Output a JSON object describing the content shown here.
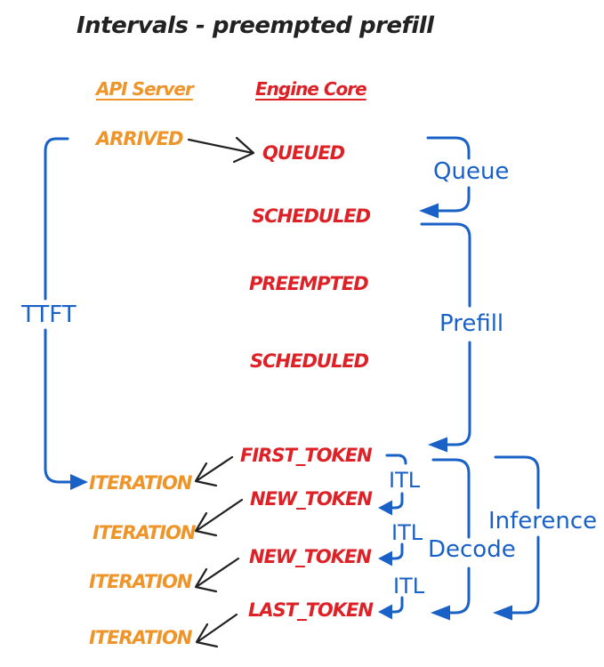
{
  "title": "Intervals - preempted prefill",
  "columns": {
    "api_server": "API Server",
    "engine_core": "Engine Core"
  },
  "api_events": {
    "arrived": "ARRIVED",
    "iterations": [
      "ITERATION",
      "ITERATION",
      "ITERATION",
      "ITERATION"
    ]
  },
  "engine_events": {
    "queued": "QUEUED",
    "scheduled_1": "SCHEDULED",
    "preempted": "PREEMPTED",
    "scheduled_2": "SCHEDULED",
    "first_token": "FIRST_TOKEN",
    "new_token_1": "NEW_TOKEN",
    "new_token_2": "NEW_TOKEN",
    "last_token": "LAST_TOKEN"
  },
  "intervals": {
    "ttft": "TTFT",
    "queue": "Queue",
    "prefill": "Prefill",
    "itl": [
      "ITL",
      "ITL",
      "ITL"
    ],
    "decode": "Decode",
    "inference": "Inference"
  },
  "colors": {
    "orange": "#EE9428",
    "red": "#DD2127",
    "blue": "#1961C6",
    "ink": "#222222",
    "background": "#ffffff"
  }
}
